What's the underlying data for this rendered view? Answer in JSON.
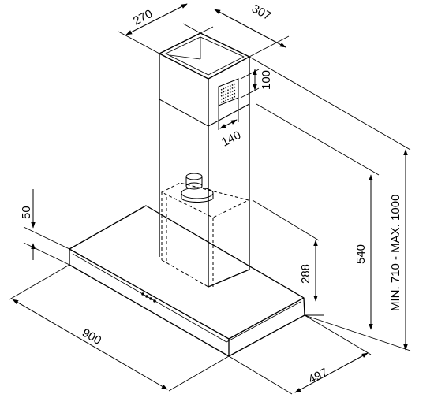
{
  "dimensions": {
    "d270": "270",
    "d307": "307",
    "d100": "100",
    "d140": "140",
    "d50": "50",
    "d540": "540",
    "d288": "288",
    "d_min_max": "MIN. 710 - MAX. 1000",
    "d900": "900",
    "d497": "497"
  },
  "colors": {
    "line": "#000000",
    "background": "#ffffff"
  }
}
